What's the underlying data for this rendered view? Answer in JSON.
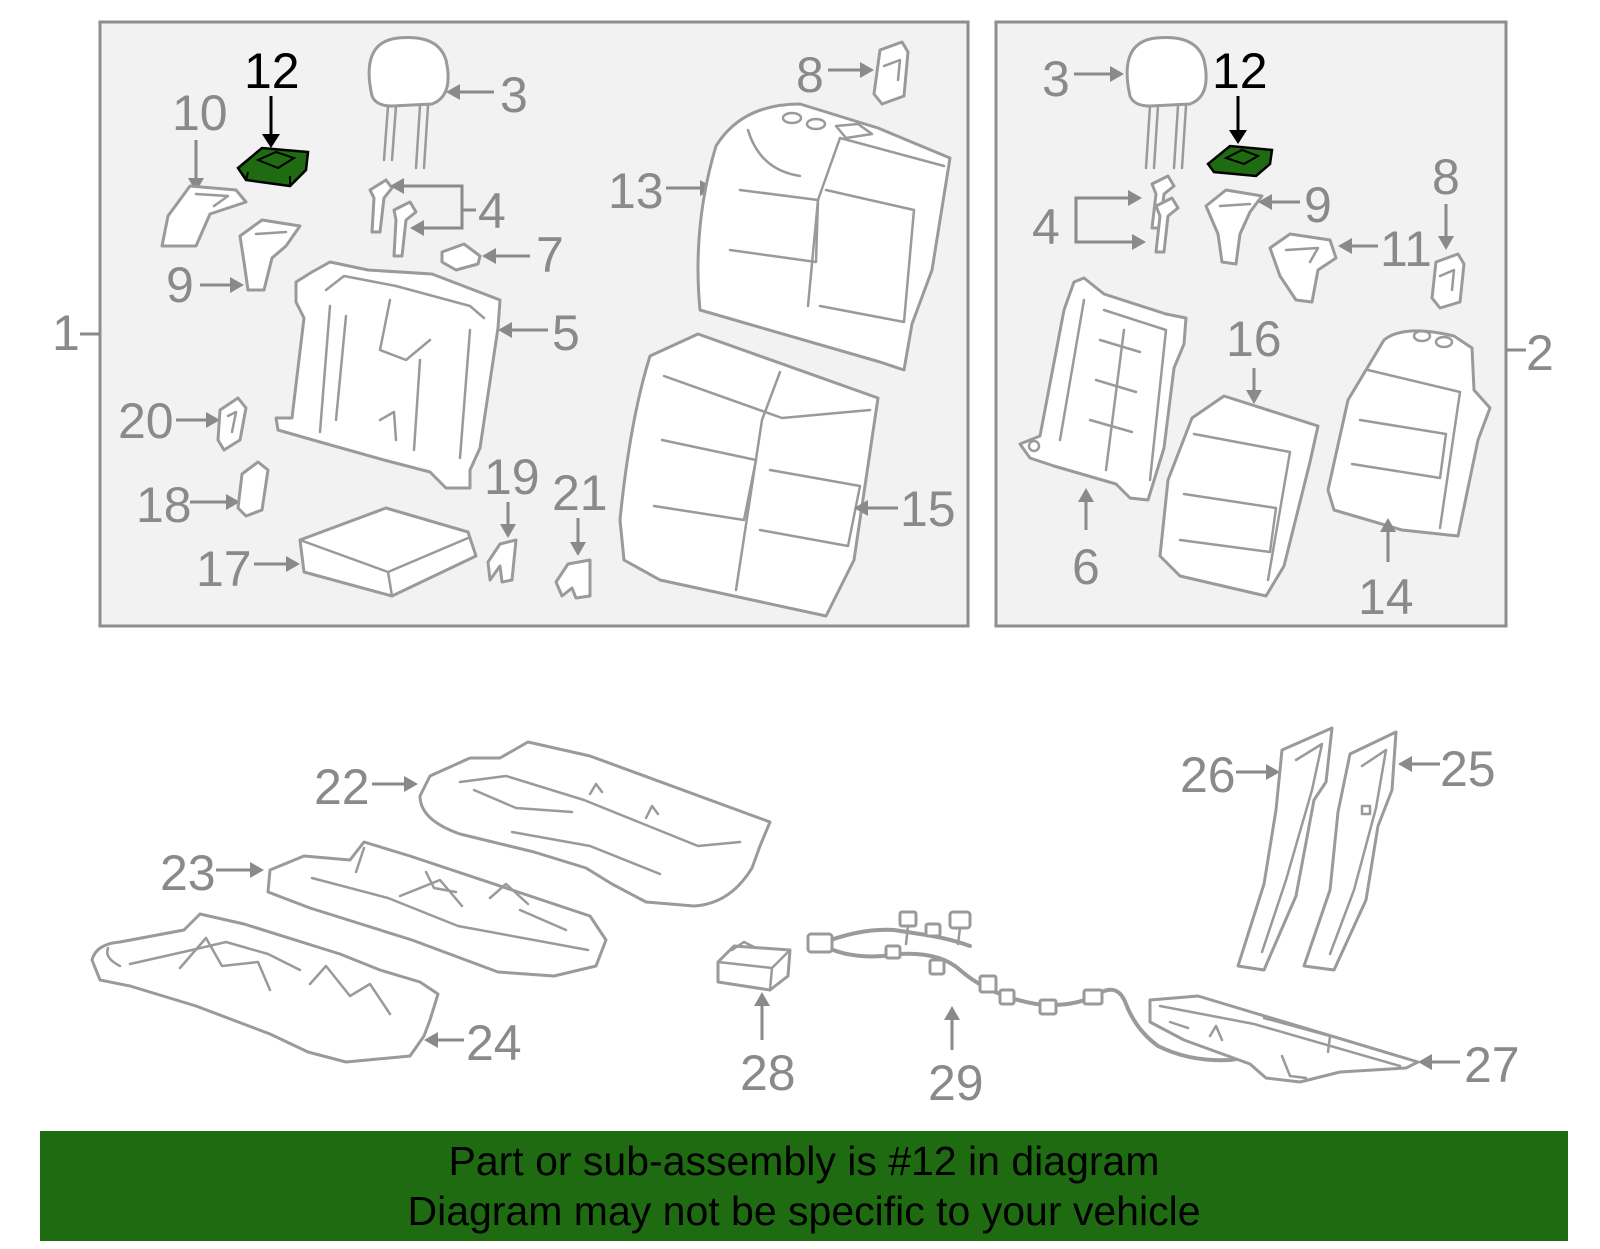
{
  "assemblies": {
    "left_label": "1",
    "right_label": "2"
  },
  "callouts": {
    "c3": "3",
    "c4": "4",
    "c5": "5",
    "c6": "6",
    "c7": "7",
    "c8": "8",
    "c9": "9",
    "c10": "10",
    "c11": "11",
    "c12": "12",
    "c13": "13",
    "c14": "14",
    "c15": "15",
    "c16": "16",
    "c17": "17",
    "c18": "18",
    "c19": "19",
    "c20": "20",
    "c21": "21",
    "c22": "22",
    "c23": "23",
    "c24": "24",
    "c25": "25",
    "c26": "26",
    "c27": "27",
    "c28": "28",
    "c29": "29"
  },
  "highlight": {
    "part_number": "12",
    "color": "#1f6b12"
  },
  "banner": {
    "line1": "Part or sub-assembly is #12 in diagram",
    "line2": "Diagram may not be specific to your vehicle"
  },
  "colors": {
    "line_gray": "#9a9a9a",
    "box_fill": "#f2f2f2",
    "banner_green": "#1f6b12"
  }
}
